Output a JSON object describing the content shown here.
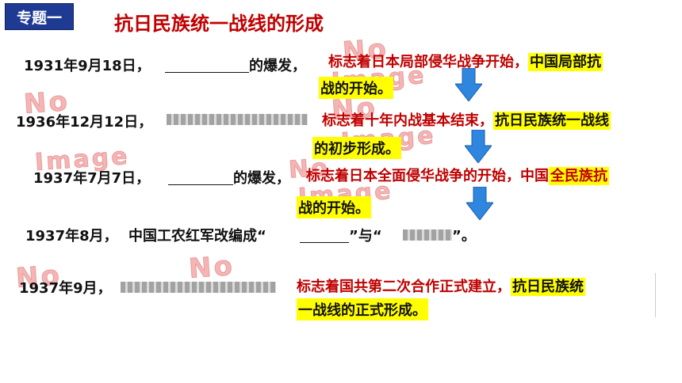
{
  "header": {
    "badge": "专题一",
    "title": "抗日民族统一战线的形成"
  },
  "events": [
    {
      "date": "1931年9月18日，",
      "after_blank": "的爆发，",
      "significance_line1": "标志着日本局部侵华战争开始，",
      "significance_hl": "中国局部抗",
      "significance_line2": "战的开始。"
    },
    {
      "date": "1936年12月12日，",
      "significance_line1": "标志着十年内战基本结束，",
      "significance_hl": "抗日民族统一战线",
      "significance_line2": "的初步形成。"
    },
    {
      "date": "1937年7月7日，",
      "after_blank": "的爆发，",
      "significance_line1": "标志着日本全面侵华战争的开始，中国",
      "significance_hl": "全民族抗",
      "significance_line2": "战的开始。"
    },
    {
      "date": "1937年8月，",
      "text": "中国工农红军改编成“",
      "text_mid": "”与“",
      "text_end": "”。"
    },
    {
      "date": "1937年9月，",
      "significance_line1": "标志着国共第二次合作正式建立，",
      "significance_hl": "抗日民族统",
      "significance_line2": "一战线的正式形成。"
    }
  ],
  "placeholders": {
    "word1": "No",
    "word2": "Image"
  },
  "colors": {
    "accent_red": "#c00000",
    "highlight": "#ffff00",
    "badge_bg": "#1f3a93",
    "arrow": "#2e86de"
  }
}
